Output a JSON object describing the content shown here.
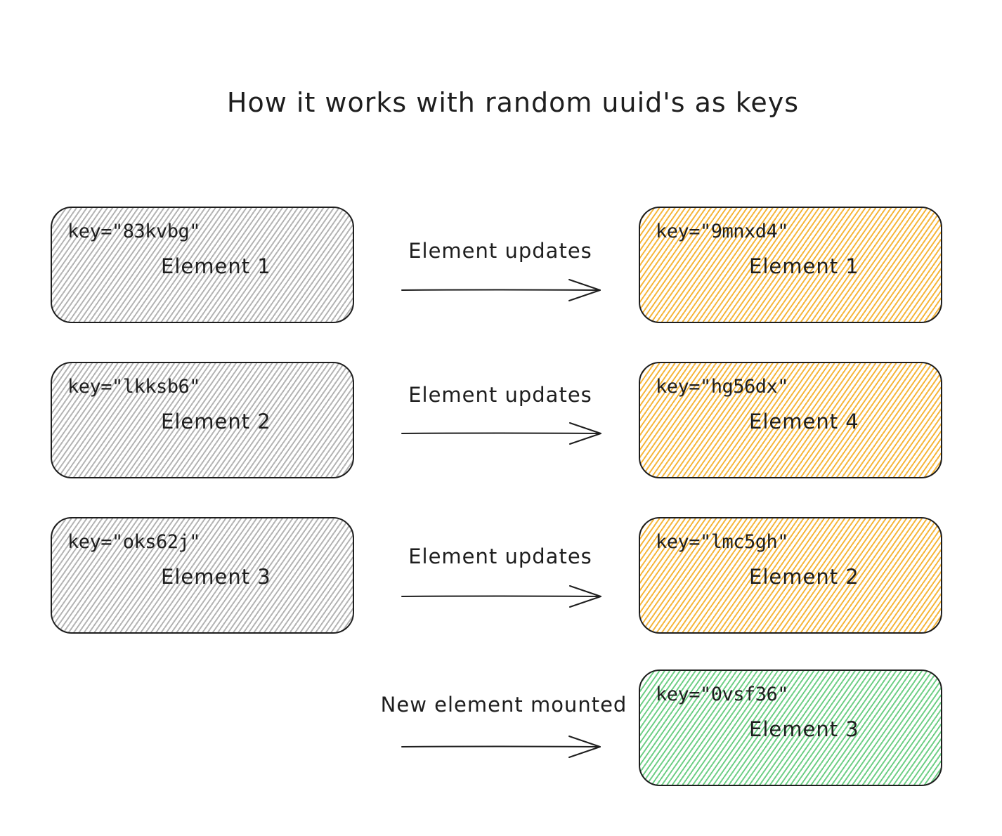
{
  "title": "How it works with random uuid's as keys",
  "left_nodes": [
    {
      "key": "key=\"83kvbg\"",
      "label": "Element 1"
    },
    {
      "key": "key=\"lkksb6\"",
      "label": "Element 2"
    },
    {
      "key": "key=\"oks62j\"",
      "label": "Element 3"
    }
  ],
  "right_nodes": [
    {
      "key": "key=\"9mnxd4\"",
      "label": "Element 1",
      "color": "#f5b63c"
    },
    {
      "key": "key=\"hg56dx\"",
      "label": "Element 4",
      "color": "#f5b63c"
    },
    {
      "key": "key=\"lmc5gh\"",
      "label": "Element 2",
      "color": "#f5b63c"
    },
    {
      "key": "key=\"0vsf36\"",
      "label": "Element 3",
      "color": "#6fcf86"
    }
  ],
  "edges": [
    {
      "label": "Element updates"
    },
    {
      "label": "Element updates"
    },
    {
      "label": "Element updates"
    },
    {
      "label": "New element mounted"
    }
  ],
  "colors": {
    "stroke": "#1e1e1e",
    "left_fill": "#b4b4b4",
    "updated_fill": "#f5b63c",
    "mounted_fill": "#6fcf86"
  }
}
